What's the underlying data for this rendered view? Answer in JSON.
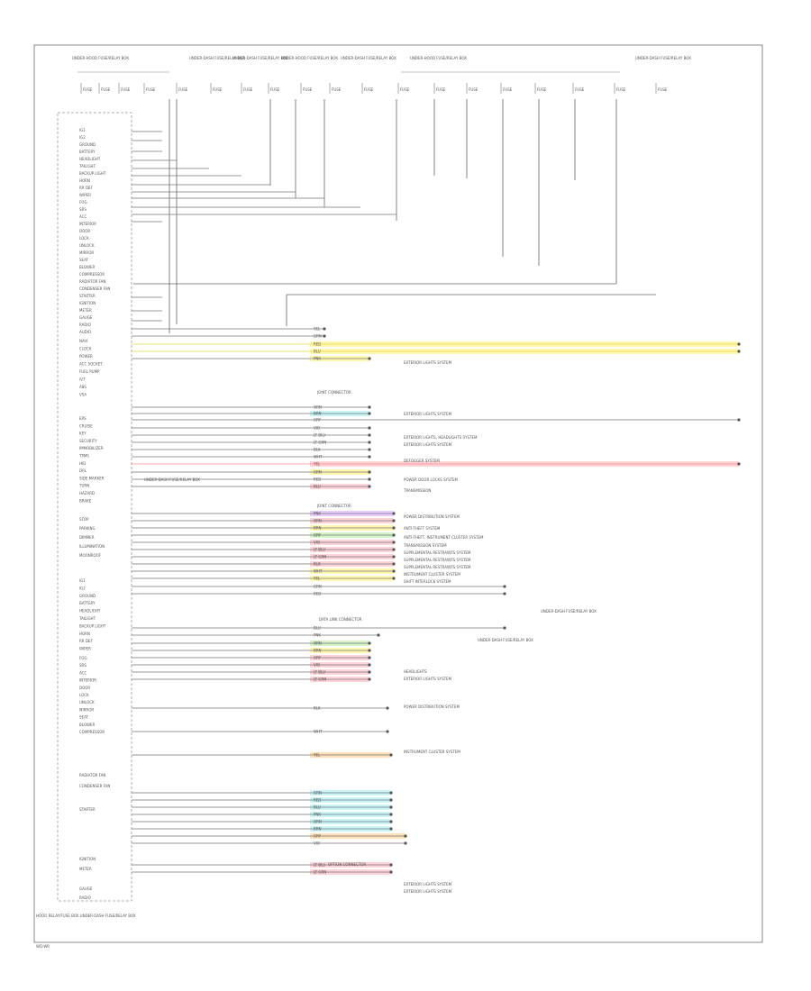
{
  "diagram": {
    "unit_label": "HOOD RELAY/FUSE BOX UNDER-DASH FUSE/RELAY BOX",
    "footer_code": "WD-WR",
    "fuse_groups": [
      "UNDER-HOOD FUSE/RELAY BOX",
      "UNDER-DASH FUSE/RELAY BOX",
      "UNDER-DASH FUSE/RELAY BOX",
      "UNDER-HOOD FUSE/RELAY BOX",
      "UNDER-DASH FUSE/RELAY BOX",
      "UNDER-HOOD FUSE/RELAY BOX",
      "UNDER-DASH FUSE/RELAY BOX"
    ],
    "fuse_labels": [
      "FUSE",
      "FUSE",
      "FUSE",
      "FUSE",
      "FUSE",
      "FUSE",
      "FUSE",
      "FUSE",
      "FUSE",
      "FUSE",
      "FUSE",
      "FUSE",
      "FUSE",
      "FUSE",
      "FUSE",
      "FUSE",
      "FUSE",
      "FUSE"
    ],
    "pins_left": [
      "IG1",
      "IG2",
      "GROUND",
      "BATTERY",
      "HEADLIGHT",
      "TAILIGHT",
      "BACKUP LIGHT",
      "HORN",
      "RR DEF",
      "WIPER",
      "FOG",
      "SRS",
      "ACC",
      "INTERIOR",
      "DOOR",
      "LOCK",
      "UNLOCK",
      "MIRROR",
      "SEAT",
      "BLOWER",
      "COMPRESSOR",
      "RADIATOR FAN",
      "CONDENSER FAN",
      "STARTER",
      "IGNITION",
      "METER",
      "GAUGE",
      "RADIO",
      "AUDIO",
      "NAVI",
      "CLOCK",
      "POWER",
      "ACC SOCKET",
      "FUEL PUMP",
      "A/T",
      "ABS",
      "VSA",
      "EPS",
      "CRUISE",
      "KEY",
      "SECURITY",
      "IMMOBILIZER",
      "TPMS",
      "HID",
      "DRL",
      "SIDE MARKER",
      "TURN",
      "HAZARD",
      "BRAKE",
      "STOP",
      "PARKING",
      "DIMMER",
      "ILLUMINATION",
      "MOONROOF"
    ],
    "wire_colors": {
      "white": "#ffffff",
      "yellow": "#fff7b0",
      "pink": "#ffd3d8",
      "cyan": "#c8f4f6",
      "green": "#d4f4c8",
      "orange": "#ffe0b8",
      "purple": "#e8ccff",
      "red_line": "#ff8a8a",
      "yellow_line": "#e6d64a"
    },
    "wire_codes": [
      "BLK",
      "WHT",
      "YEL",
      "GRN",
      "RED",
      "BLU",
      "PNK",
      "ORN",
      "BRN",
      "GRY",
      "VIO",
      "LT BLU",
      "LT GRN"
    ],
    "destinations": [
      "EXTERIOR LIGHTS SYSTEM",
      "EXTERIOR LIGHTS SYSTEM",
      "EXTERIOR LIGHTS, HEADLIGHTS SYSTEM",
      "EXTERIOR LIGHTS SYSTEM",
      "DEFOGGER SYSTEM",
      "POWER DOOR LOCKS SYSTEM",
      "TRANSMISSION",
      "POWER DISTRIBUTION SYSTEM",
      "ANTI-THEFT SYSTEM",
      "ANTI-THEFT, INSTRUMENT CLUSTER SYSTEM",
      "TRANSMISSION SYSTEM",
      "SUPPLEMENTAL RESTRAINTS SYSTEM",
      "SUPPLEMENTAL RESTRAINTS SYSTEM",
      "SUPPLEMENTAL RESTRAINTS SYSTEM",
      "INSTRUMENT CLUSTER SYSTEM",
      "SHIFT INTERLOCK SYSTEM",
      "HEADLIGHTS",
      "EXTERIOR LIGHTS SYSTEM",
      "POWER DISTRIBUTION SYSTEM",
      "INSTRUMENT CLUSTER SYSTEM",
      "EXTERIOR LIGHTS SYSTEM",
      "EXTERIOR LIGHTS SYSTEM"
    ],
    "side_notes": [
      "UNDER-DASH FUSE/RELAY BOX",
      "UNDER-DASH FUSE/RELAY BOX",
      "UNDER-DASH FUSE/RELAY BOX"
    ],
    "connectors": [
      "DATA LINK CONNECTOR",
      "JOINT CONNECTOR",
      "JOINT CONNECTOR",
      "OPTION CONNECTOR"
    ]
  }
}
